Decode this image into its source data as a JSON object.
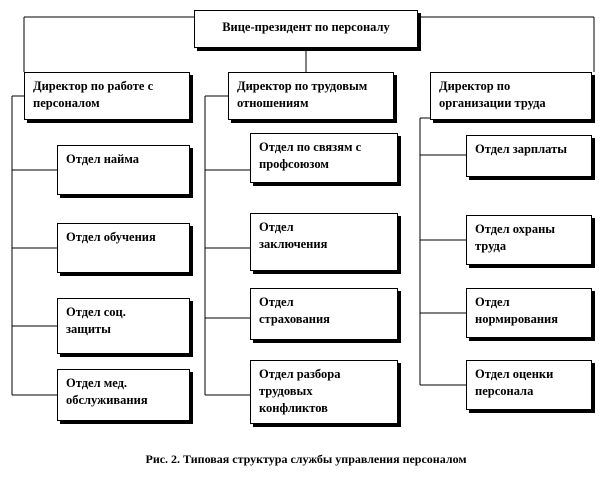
{
  "chart": {
    "root": "Вице-президент по персоналу",
    "directors": [
      {
        "title": "Директор по работе с\nперсоналом",
        "departments": [
          "Отдел найма",
          "Отдел обучения",
          "Отдел соц.\nзащиты",
          "Отдел мед.\nобслуживания"
        ]
      },
      {
        "title": "Директор по трудовым\nотношениям",
        "departments": [
          "Отдел по связям с\nпрофсоюзом",
          "Отдел\nзаключения",
          "Отдел\nстрахования",
          "Отдел разбора\nтрудовых\nконфликтов"
        ]
      },
      {
        "title": "Директор по\nорганизации труда",
        "departments": [
          "Отдел зарплаты",
          "Отдел охраны\nтруда",
          "Отдел\nнормирования",
          "Отдел оценки\nперсонала"
        ]
      }
    ],
    "caption": "Рис. 2. Типовая структура  службы управления персоналом"
  },
  "style": {
    "line_color": "#000000",
    "box_background": "#ffffff"
  }
}
